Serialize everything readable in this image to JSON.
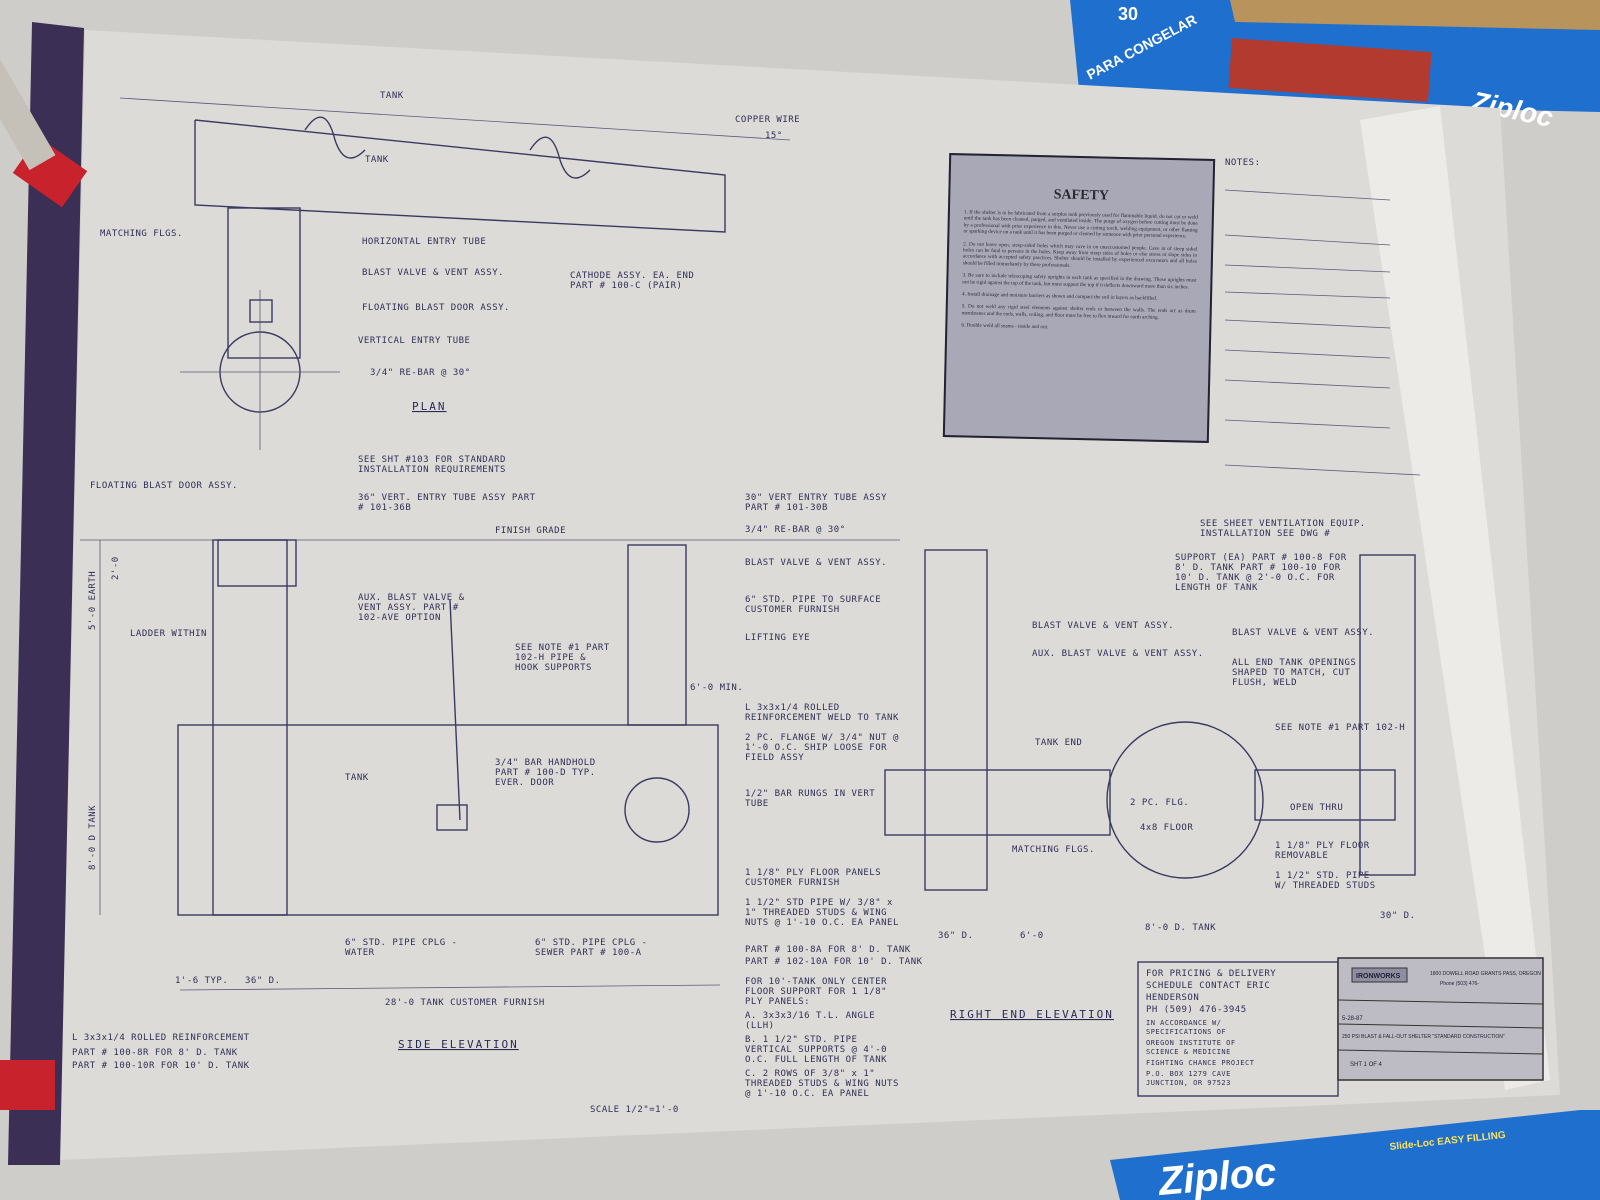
{
  "safety": {
    "title": "SAFETY",
    "items": [
      "1. If the shelter is to be fabricated from a surplus tank previously used for flammable liquid, do not cut or weld until the tank has been cleaned, purged, and ventilated inside. The purge of oxygen before cutting must be done by a professional with prior experience in this. Never use a cutting torch, welding equipment, or other flaming or sparking device on a tank until it has been purged or cleaned by someone with prior personal experience.",
      "2. Do not leave open, steep-sided holes which may cave in on unaccustomed people. Cave in of steep sided holes can be fatal to persons in the holes. Keep away from steep sides of holes or else stress or slope sides in accordance with accepted safety practices. Shelter should be installed by experienced excavators and all holes should be filled immediately by these professionals.",
      "3. Be sure to include telescoping safety uprights in each tank as specified in the drawing. These uprights must not be rigid against the top of the tank, but must support the top if it deflects downward more than six inches.",
      "4. Install drainage and moisture barriers as shown and compact the soil in layers as backfilled.",
      "5. Do not weld any rigid steel elements against shelter ends or between the walls. The ends act as drum membranes and the ends, walls, ceiling, and floor must be free to flex inward for earth arching.",
      "6. Double weld all seams - inside and out."
    ]
  },
  "plan": {
    "title": "PLAN",
    "labels": [
      "TANK",
      "TANK",
      "MATCHING FLGS.",
      "HORIZONTAL ENTRY TUBE",
      "BLAST VALVE & VENT ASSY.",
      "FLOATING BLAST DOOR ASSY.",
      "VERTICAL ENTRY TUBE",
      "3/4\" RE-BAR @ 30°",
      "CATHODE ASSY. EA. END PART # 100-C (PAIR)",
      "COPPER WIRE",
      "15°"
    ]
  },
  "side_elevation": {
    "title": "SIDE ELEVATION",
    "labels": [
      "FLOATING BLAST DOOR ASSY.",
      "SEE SHT #103 FOR STANDARD INSTALLATION REQUIREMENTS",
      "36\" VERT. ENTRY TUBE ASSY PART # 101-36B",
      "FINISH GRADE",
      "30\" VERT ENTRY TUBE ASSY PART # 101-30B",
      "3/4\" RE-BAR @ 30°",
      "BLAST VALVE & VENT ASSY.",
      "AUX. BLAST VALVE & VENT ASSY. PART # 102-AVE OPTION",
      "6\" STD. PIPE TO SURFACE CUSTOMER FURNISH",
      "LIFTING EYE",
      "LADDER WITHIN",
      "SEE NOTE #1 PART 102-H PIPE & HOOK SUPPORTS",
      "TANK",
      "3/4\" BAR HANDHOLD PART # 100-D TYP. EVER. DOOR",
      "6'-0 MIN.",
      "L 3x3x1/4 ROLLED REINFORCEMENT WELD TO TANK",
      "2 PC. FLANGE W/ 3/4\" NUT @ 1'-0 O.C. SHIP LOOSE FOR FIELD ASSY",
      "1/2\" BAR RUNGS IN VERT TUBE",
      "1 1/8\" PLY FLOOR PANELS CUSTOMER FURNISH",
      "1 1/2\" STD PIPE W/ 3/8\" x 1\" THREADED STUDS & WING NUTS @ 1'-10 O.C. EA PANEL",
      "PART # 100-8A FOR 8' D. TANK",
      "PART # 102-10A FOR 10' D. TANK",
      "6\" STD. PIPE CPLG - WATER",
      "6\" STD. PIPE CPLG - SEWER PART # 100-A",
      "1'-6 TYP.",
      "36\" D.",
      "28'-0 TANK CUSTOMER FURNISH",
      "L 3x3x1/4 ROLLED REINFORCEMENT",
      "PART # 100-8R FOR 8' D. TANK",
      "PART # 100-10R FOR 10' D. TANK",
      "8'-0 D TANK",
      "5'-0 EARTH",
      "2'-0"
    ]
  },
  "floor_notes": [
    "FOR 10'-TANK ONLY CENTER FLOOR SUPPORT FOR 1 1/8\" PLY PANELS:",
    "A. 3x3x3/16 T.L. ANGLE (LLH)",
    "B. 1 1/2\" STD. PIPE VERTICAL SUPPORTS @ 4'-0 O.C. FULL LENGTH OF TANK",
    "C. 2 ROWS OF 3/8\" x 1\" THREADED STUDS & WING NUTS @ 1'-10 O.C. EA PANEL"
  ],
  "right_end_elevation": {
    "title": "RIGHT END ELEVATION",
    "labels": [
      "BLAST VALVE & VENT ASSY.",
      "AUX. BLAST VALVE & VENT ASSY.",
      "TANK END",
      "MATCHING FLGS.",
      "8'-0 D. TANK",
      "36\" D.",
      "6'-0",
      "30\" D.",
      "SEE SHEET VENTILATION EQUIP. INSTALLATION SEE DWG #",
      "SUPPORT (EA) PART # 100-8 FOR 8' D. TANK PART # 100-10 FOR 10' D. TANK @ 2'-0 O.C. FOR LENGTH OF TANK",
      "BLAST VALVE & VENT ASSY.",
      "ALL END TANK OPENINGS SHAPED TO MATCH, CUT FLUSH, WELD",
      "SEE NOTE #1 PART 102-H",
      "OPEN THRU",
      "1 1/8\" PLY FLOOR REMOVABLE",
      "1 1/2\" STD. PIPE W/ THREADED STUDS",
      "2 PC. FLG.",
      "4x8 FLOOR"
    ]
  },
  "notes_column": {
    "title": "NOTES:"
  },
  "contact_block": [
    "FOR PRICING & DELIVERY",
    "SCHEDULE CONTACT ERIC",
    "HENDERSON",
    "PH (509) 476-3945",
    "IN ACCORDANCE W/ SPECIFICATIONS OF",
    "OREGON INSTITUTE OF SCIENCE & MEDICINE",
    "FIGHTING CHANCE PROJECT",
    "P.O. BOX 1279 CAVE JUNCTION, OR 97523"
  ],
  "title_block": {
    "company": "IRONWORKS",
    "address": "1800 DOWELL ROAD GRANTS PASS, OREGON",
    "phone": "Phone (503) 476-",
    "date": "5-28-87",
    "description": "250 PSI BLAST & FALL-OUT SHELTER \"STANDARD CONSTRUCTION\"",
    "sheet": "SHT 1 OF 4"
  },
  "scale": "SCALE 1/2\"=1'-0",
  "background": {
    "box_top_text": "PARA CONGELAR",
    "box_bottom_text": "Ziploc",
    "box_top_label": "Ziploc",
    "box_bottom_label": "Slide-Loc EASY FILLING",
    "box_count": "30"
  },
  "colors": {
    "paper": "#d9d8d6",
    "ink": "#2f2f55",
    "ziploc_blue": "#1d6ed1",
    "clip_red": "#c8222c",
    "rod": "#3b2f55"
  }
}
